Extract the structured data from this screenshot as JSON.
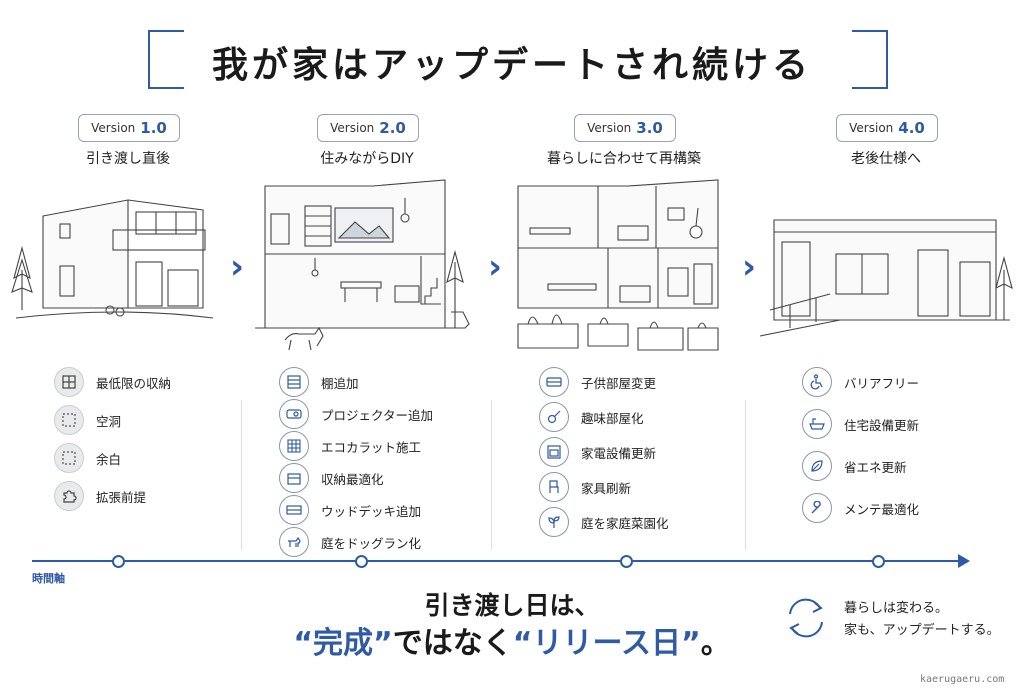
{
  "title": "我が家はアップデートされ続ける",
  "version_word": "Version",
  "versions": [
    {
      "number": "1.0",
      "subtitle": "引き渡し直後",
      "items": [
        "最低限の収納",
        "空洞",
        "余白",
        "拡張前提"
      ],
      "icons": [
        "storage-box-icon",
        "empty-square-icon",
        "empty-square-icon",
        "puzzle-icon"
      ]
    },
    {
      "number": "2.0",
      "subtitle": "住みながらDIY",
      "items": [
        "棚追加",
        "プロジェクター追加",
        "エコカラット施工",
        "収納最適化",
        "ウッドデッキ追加",
        "庭をドッグラン化"
      ],
      "icons": [
        "shelf-icon",
        "projector-icon",
        "tile-grid-icon",
        "storage-box-icon",
        "wood-deck-icon",
        "dog-icon"
      ]
    },
    {
      "number": "3.0",
      "subtitle": "暮らしに合わせて再構築",
      "items": [
        "子供部屋変更",
        "趣味部屋化",
        "家電設備更新",
        "家具刷新",
        "庭を家庭菜園化"
      ],
      "icons": [
        "bed-icon",
        "guitar-icon",
        "oven-icon",
        "chair-icon",
        "sprout-icon"
      ]
    },
    {
      "number": "4.0",
      "subtitle": "老後仕様へ",
      "items": [
        "バリアフリー",
        "住宅設備更新",
        "省エネ更新",
        "メンテ最適化"
      ],
      "icons": [
        "wheelchair-icon",
        "bathtub-icon",
        "leaf-icon",
        "wrench-icon"
      ]
    }
  ],
  "timeline_label": "時間軸",
  "message": {
    "line1": "引き渡し日は、",
    "quote_open": "“",
    "kansei": "完成",
    "quote_close": "”",
    "middle": "ではなく",
    "release": "リリース日",
    "end": "。"
  },
  "note": {
    "line1": "暮らしは変わる。",
    "line2": "家も、アップデートする。"
  },
  "site": "kaerugaeru.com",
  "colors": {
    "accent": "#2f5aa6",
    "line": "#444444",
    "muted": "#9aa3b0"
  }
}
